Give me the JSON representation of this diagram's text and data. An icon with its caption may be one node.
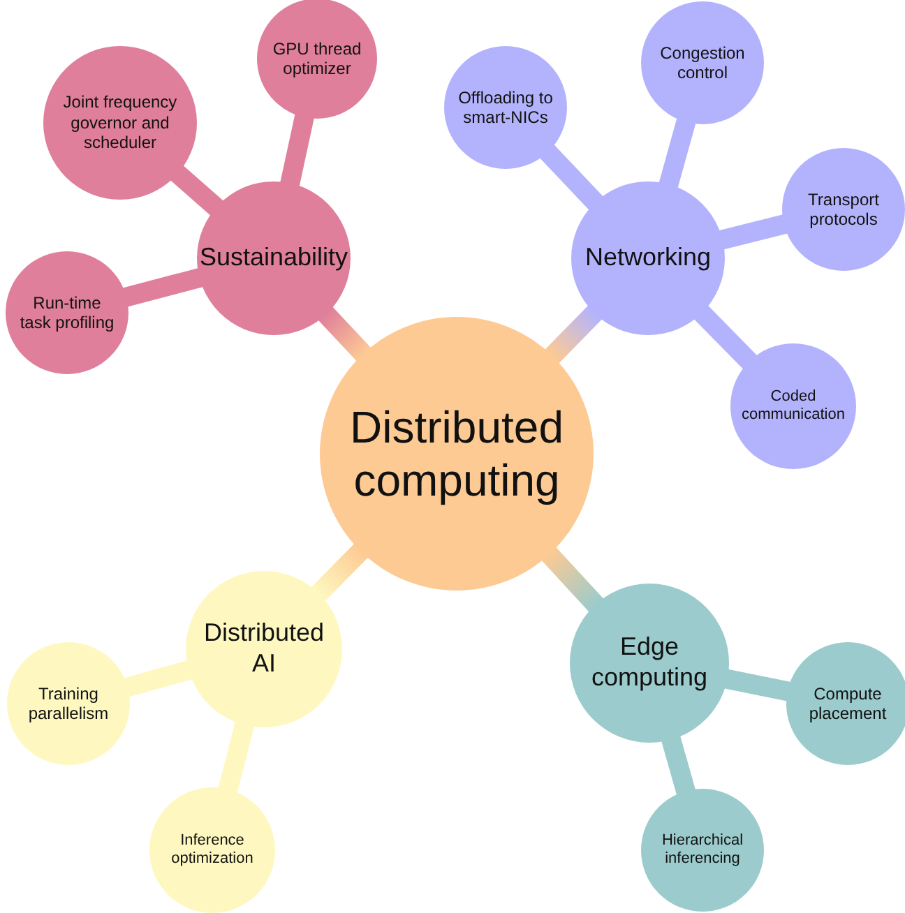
{
  "diagram": {
    "nodes": [
      {
        "text": [
          "Distributed computing"
        ]
      },
      {
        "text": [
          "Sustainability"
        ]
      },
      {
        "text": [
          "Joint frequency governor and scheduler"
        ]
      },
      {
        "text": [
          "GPU thread optimizer"
        ]
      },
      {
        "text": [
          "Run-time task profiling"
        ]
      },
      {
        "text": [
          "Networking"
        ]
      },
      {
        "text": [
          "Offloading to smart-NICs"
        ]
      },
      {
        "text": [
          "Congestion control"
        ]
      },
      {
        "text": [
          "Transport protocols"
        ]
      },
      {
        "text": [
          "Coded communication"
        ]
      },
      {
        "text": [
          "Distributed AI"
        ]
      },
      {
        "text": [
          "Training parallelism"
        ]
      },
      {
        "text": [
          "Inference optimization"
        ]
      },
      {
        "text": [
          "Edge computing"
        ]
      },
      {
        "text": [
          "Compute placement"
        ]
      },
      {
        "text": [
          "Hierarchical inferencing"
        ]
      }
    ],
    "edges": [
      {
        "from": 0,
        "to": 1,
        "arrow": "none",
        "color": "#df7f9b"
      },
      {
        "from": 1,
        "to": 2,
        "arrow": "none",
        "color": "#df7f9b"
      },
      {
        "from": 1,
        "to": 3,
        "arrow": "none",
        "color": "#df7f9b"
      },
      {
        "from": 1,
        "to": 4,
        "arrow": "none",
        "color": "#df7f9b"
      },
      {
        "from": 0,
        "to": 5,
        "arrow": "none",
        "color": "#b3b3fd"
      },
      {
        "from": 5,
        "to": 6,
        "arrow": "none",
        "color": "#b3b3fd"
      },
      {
        "from": 5,
        "to": 7,
        "arrow": "none",
        "color": "#b3b3fd"
      },
      {
        "from": 5,
        "to": 8,
        "arrow": "none",
        "color": "#b3b3fd"
      },
      {
        "from": 5,
        "to": 9,
        "arrow": "none",
        "color": "#b3b3fd"
      },
      {
        "from": 0,
        "to": 10,
        "arrow": "none",
        "color": "#fef8c0"
      },
      {
        "from": 10,
        "to": 11,
        "arrow": "none",
        "color": "#fef8c0"
      },
      {
        "from": 10,
        "to": 12,
        "arrow": "none",
        "color": "#fef8c0"
      },
      {
        "from": 0,
        "to": 13,
        "arrow": "none",
        "color": "#9bcbcc"
      },
      {
        "from": 13,
        "to": 14,
        "arrow": "none",
        "color": "#9bcbcc"
      },
      {
        "from": 13,
        "to": 15,
        "arrow": "none",
        "color": "#9bcbcc"
      }
    ]
  }
}
